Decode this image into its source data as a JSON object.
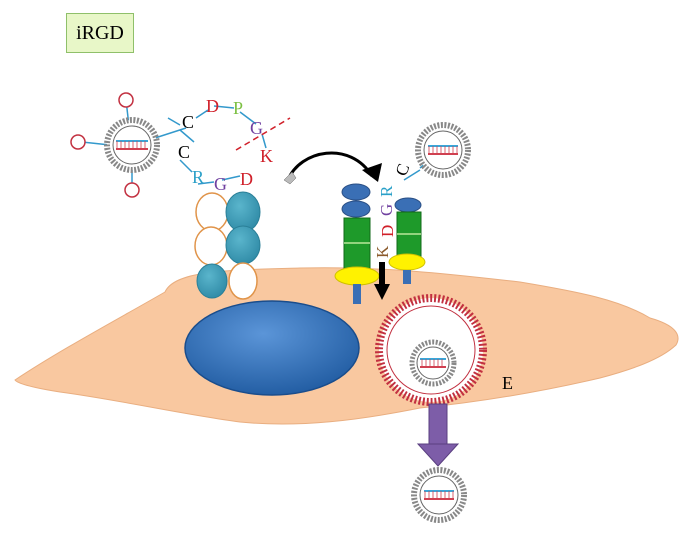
{
  "title": "iRGD",
  "sequence_left": {
    "C1": "C",
    "D1": "D",
    "P": "P",
    "G1": "G",
    "K": "K",
    "C2": "C",
    "R": "R",
    "G2": "G",
    "D2": "D"
  },
  "sequence_right": {
    "C": "C",
    "R": "R",
    "G": "G",
    "D": "D",
    "K": "K"
  },
  "endosome_label": "E",
  "colors": {
    "cell": "#f9c8a0",
    "nucleus": "#2f6fb8",
    "teal": "#3c9db8",
    "integrin_green": "#1e9a2a",
    "integrin_blue": "#3a6fb5",
    "integrin_yellow": "#fff200",
    "arrow_purple": "#7d5da8",
    "peptide_red": "#d0202a",
    "peptide_green": "#7cc043",
    "peptide_purple": "#7040a0",
    "peptide_cyan": "#2aa0c8",
    "membrane_red": "#c23040"
  }
}
